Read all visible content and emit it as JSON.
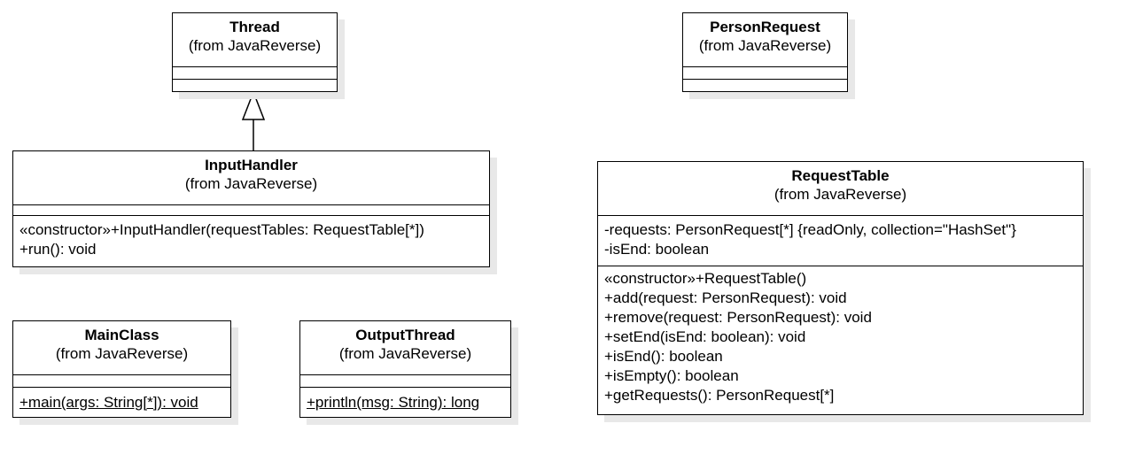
{
  "classes": {
    "thread": {
      "name": "Thread",
      "from": "(from JavaReverse)"
    },
    "person_request": {
      "name": "PersonRequest",
      "from": "(from JavaReverse)"
    },
    "input_handler": {
      "name": "InputHandler",
      "from": "(from JavaReverse)",
      "operations": [
        "«constructor»+InputHandler(requestTables: RequestTable[*])",
        "+run(): void"
      ]
    },
    "request_table": {
      "name": "RequestTable",
      "from": "(from JavaReverse)",
      "attributes": [
        "-requests: PersonRequest[*] {readOnly, collection=\"HashSet\"}",
        "-isEnd: boolean"
      ],
      "operations": [
        "«constructor»+RequestTable()",
        "+add(request: PersonRequest): void",
        "+remove(request: PersonRequest): void",
        "+setEnd(isEnd: boolean): void",
        "+isEnd(): boolean",
        "+isEmpty(): boolean",
        "+getRequests(): PersonRequest[*]"
      ]
    },
    "main_class": {
      "name": "MainClass",
      "from": "(from JavaReverse)",
      "operations": [
        "+main(args: String[*]): void"
      ]
    },
    "output_thread": {
      "name": "OutputThread",
      "from": "(from JavaReverse)",
      "operations": [
        "+println(msg: String): long"
      ]
    }
  }
}
